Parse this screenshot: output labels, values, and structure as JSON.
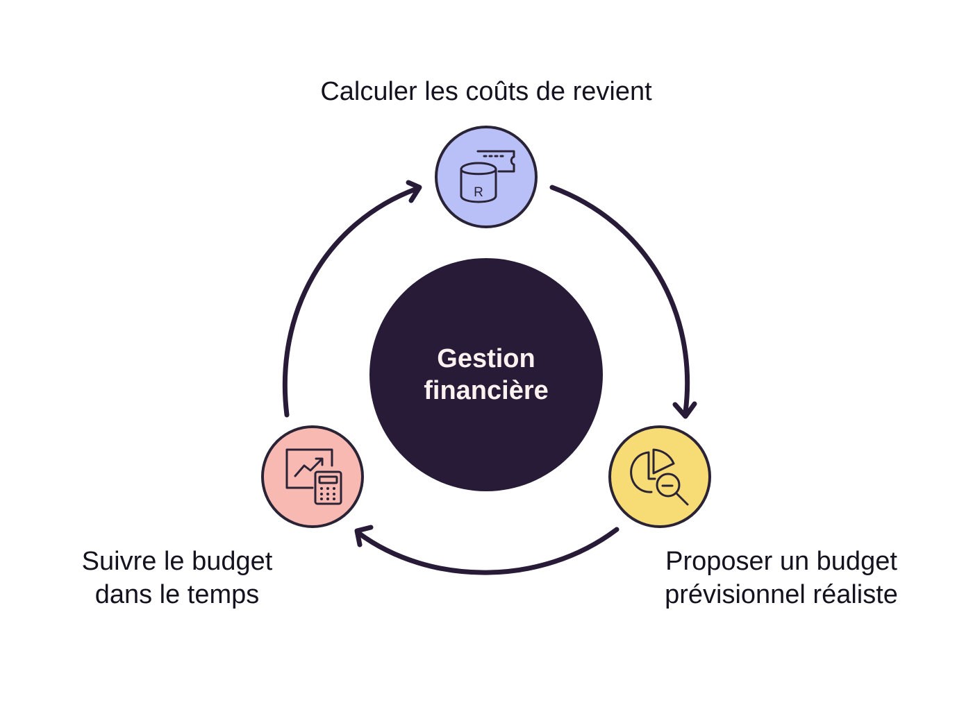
{
  "center": {
    "title_line1": "Gestion",
    "title_line2": "financière",
    "color": "#281b38"
  },
  "nodes": [
    {
      "label_lines": [
        "Calculer les coûts de revient"
      ],
      "icon": "database-ticket-icon",
      "color": "#b8c0f7"
    },
    {
      "label_lines": [
        "Proposer un budget",
        "prévisionnel réaliste"
      ],
      "icon": "pie-chart-magnifier-icon",
      "color": "#f7db75"
    },
    {
      "label_lines": [
        "Suivre le budget",
        "dans le temps"
      ],
      "icon": "chart-calculator-icon",
      "color": "#f7b9b2"
    }
  ],
  "arrow_color": "#281b38",
  "stroke_color": "#2a2235"
}
